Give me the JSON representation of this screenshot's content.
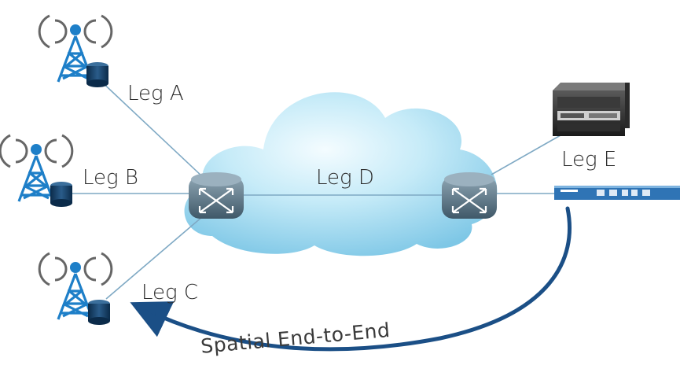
{
  "legs": {
    "a": "Leg A",
    "b": "Leg B",
    "c": "Leg C",
    "d": "Leg D",
    "e": "Leg E"
  },
  "arc_label": "Spatial End-to-End",
  "colors": {
    "cloud_light": "#e6f7fc",
    "cloud_dark": "#8fd0ea",
    "tower_blue": "#1e7fc8",
    "link_line": "#7fa9c4",
    "switch_dark": "#4d6676",
    "arc_blue": "#1b4f86"
  },
  "icons": {
    "tower": "cell-tower-icon",
    "switch": "router-switch-icon",
    "server": "rack-server-icon",
    "probe": "rack-probe-icon",
    "cloud": "network-cloud-icon"
  }
}
